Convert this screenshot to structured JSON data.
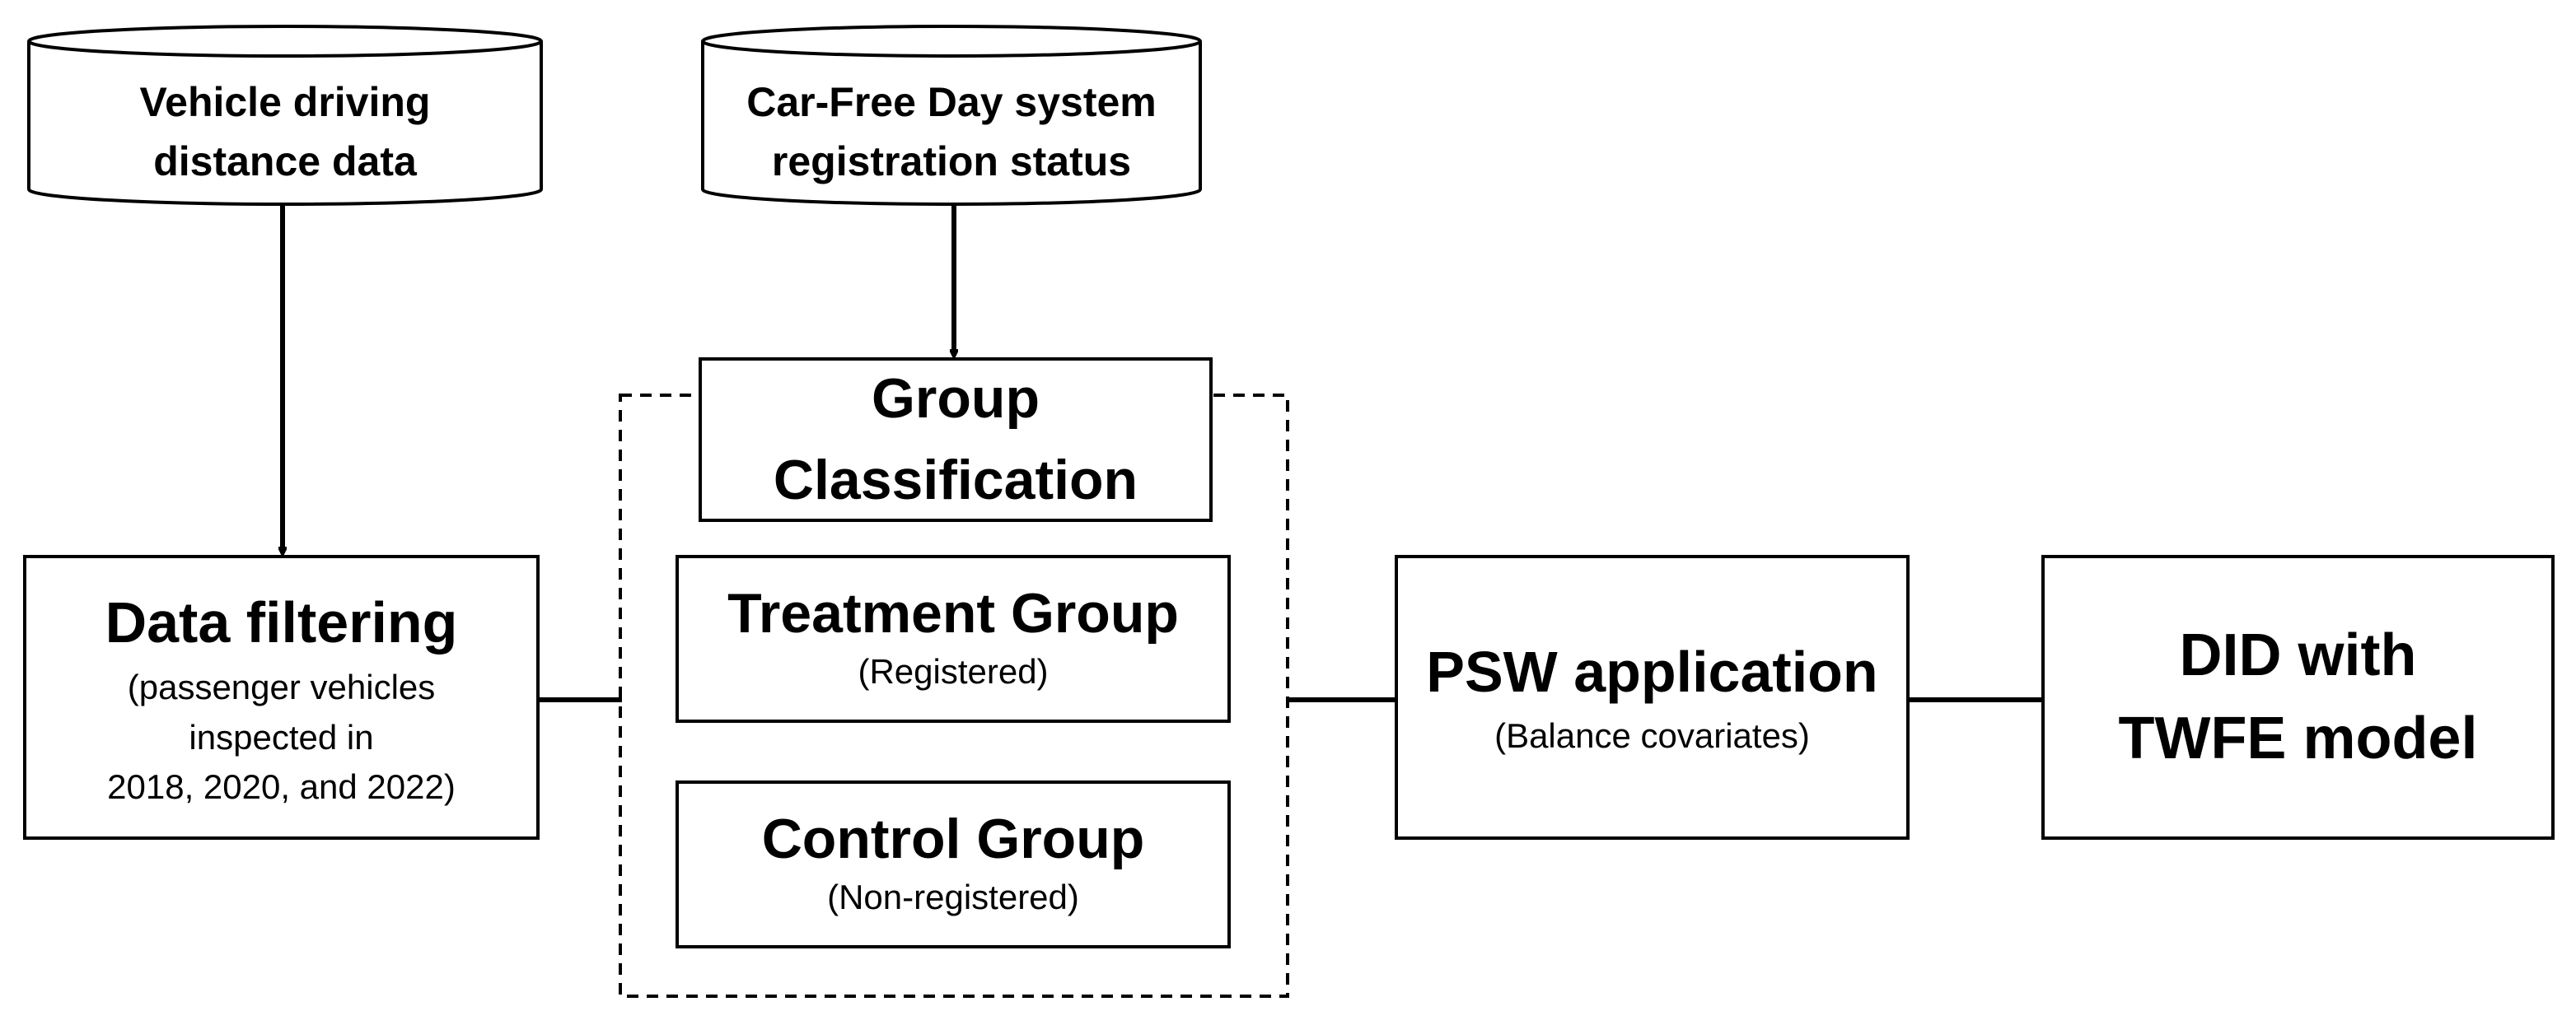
{
  "sources": {
    "vehicle_data": {
      "lines": [
        "Vehicle driving",
        "distance data"
      ]
    },
    "carfree_status": {
      "lines": [
        "Car-Free Day system",
        "registration status"
      ]
    }
  },
  "data_filtering": {
    "title": "Data filtering",
    "sub_lines": [
      "(passenger vehicles",
      "inspected in",
      "2018, 2020, and 2022)"
    ]
  },
  "group_classification": {
    "title_lines": [
      "Group",
      "Classification"
    ],
    "treatment": {
      "title": "Treatment Group",
      "sub": "(Registered)"
    },
    "control": {
      "title": "Control Group",
      "sub": "(Non-registered)"
    }
  },
  "psw": {
    "title": "PSW application",
    "sub": "(Balance covariates)"
  },
  "did": {
    "title_lines": [
      "DID with",
      "TWFE model"
    ]
  }
}
